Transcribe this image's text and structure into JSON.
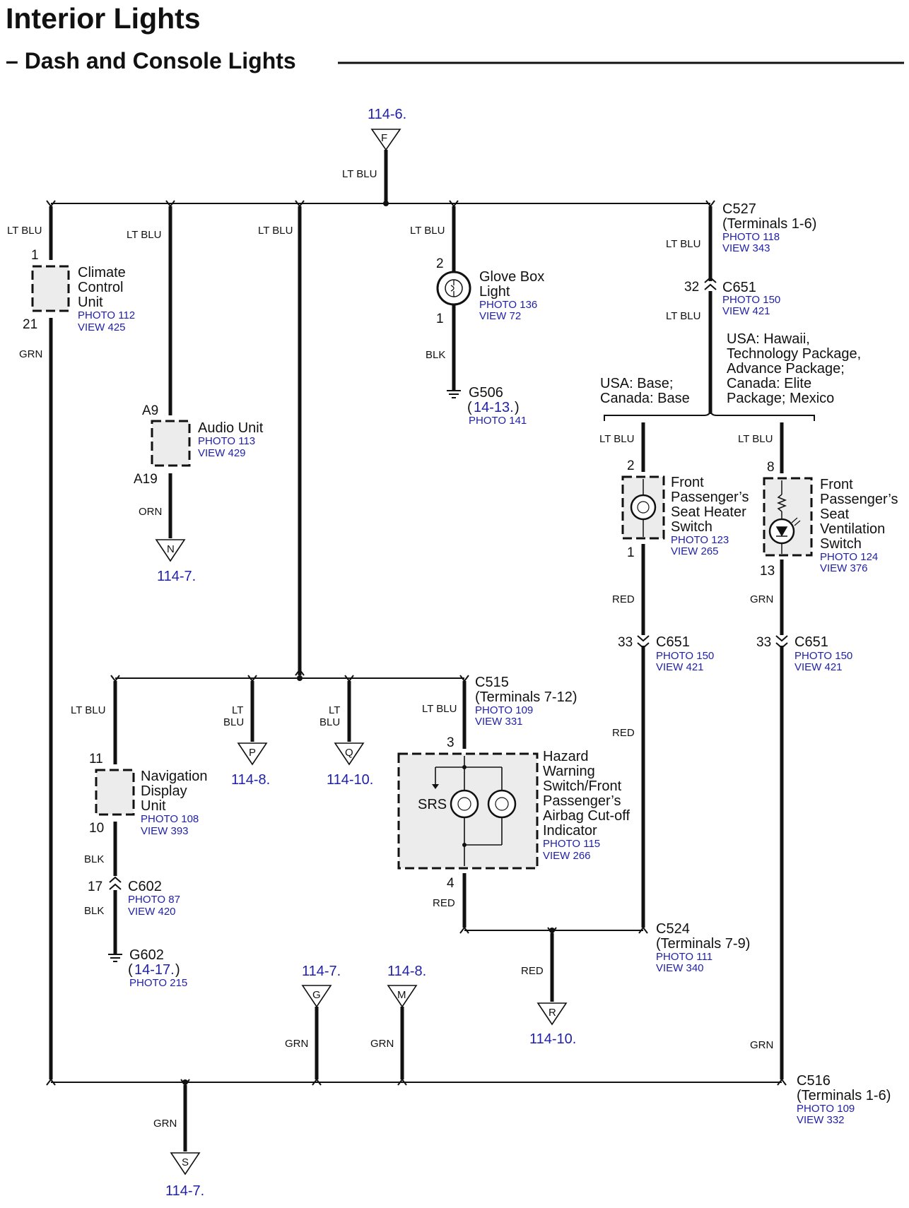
{
  "title": "Interior Lights",
  "subtitle": "– Dash and Console Lights",
  "colors": {
    "link": "#1f1fa8",
    "line": "#111111",
    "component_fill": "#ececec"
  },
  "refs": {
    "top_f": "114-6.",
    "n": "114-7.",
    "p": "114-8.",
    "q": "114-10.",
    "g": "114-7.",
    "m": "114-8.",
    "r": "114-10.",
    "s": "114-7."
  },
  "connector_letters": {
    "f": "F",
    "n": "N",
    "p": "P",
    "q": "Q",
    "g": "G",
    "m": "M",
    "r": "R",
    "s": "S"
  },
  "wires": {
    "ltblu": "LT BLU",
    "lt": "LT",
    "blu": "BLU",
    "grn": "GRN",
    "blk": "BLK",
    "orn": "ORN",
    "red": "RED"
  },
  "components": {
    "climate": {
      "l1": "Climate",
      "l2": "Control",
      "l3": "Unit",
      "photo": "PHOTO 112",
      "view": "VIEW 425",
      "pin_top": "1",
      "pin_bot": "21"
    },
    "audio": {
      "l1": "Audio Unit",
      "photo": "PHOTO 113",
      "view": "VIEW 429",
      "pin_top": "A9",
      "pin_bot": "A19"
    },
    "glove": {
      "l1": "Glove Box",
      "l2": "Light",
      "photo": "PHOTO 136",
      "view": "VIEW 72",
      "pin_top": "2",
      "pin_bot": "1"
    },
    "g506": {
      "name": "G506",
      "ref": "14-13.",
      "photo": "PHOTO 141"
    },
    "c527": {
      "name": "C527",
      "sub": "(Terminals 1-6)",
      "photo": "PHOTO 118",
      "view": "VIEW 343"
    },
    "c651a": {
      "pin": "32",
      "name": "C651",
      "photo": "PHOTO 150",
      "view": "VIEW 421"
    },
    "variant_base": {
      "l1": "USA: Base;",
      "l2": "Canada: Base"
    },
    "variant_hawaii": {
      "l1": "USA: Hawaii,",
      "l2": "Technology Package,",
      "l3": "Advance Package;",
      "l4": "Canada: Elite",
      "l5": "Package; Mexico"
    },
    "heater": {
      "l1": "Front",
      "l2": "Passenger’s",
      "l3": "Seat Heater",
      "l4": "Switch",
      "photo": "PHOTO 123",
      "view": "VIEW 265",
      "pin_top": "2",
      "pin_bot": "1"
    },
    "vent": {
      "l1": "Front",
      "l2": "Passenger’s",
      "l3": "Seat",
      "l4": "Ventilation",
      "l5": "Switch",
      "photo": "PHOTO 124",
      "view": "VIEW 376",
      "pin_top": "8",
      "pin_bot": "13"
    },
    "c651b": {
      "pin": "33",
      "name": "C651",
      "photo": "PHOTO 150",
      "view": "VIEW 421"
    },
    "c651c": {
      "pin": "33",
      "name": "C651",
      "photo": "PHOTO 150",
      "view": "VIEW 421"
    },
    "c515": {
      "name": "C515",
      "sub": "(Terminals 7-12)",
      "photo": "PHOTO 109",
      "view": "VIEW 331"
    },
    "nav": {
      "l1": "Navigation",
      "l2": "Display",
      "l3": "Unit",
      "photo": "PHOTO 108",
      "view": "VIEW 393",
      "pin_top": "11",
      "pin_bot": "10"
    },
    "c602": {
      "pin": "17",
      "name": "C602",
      "photo": "PHOTO 87",
      "view": "VIEW 420"
    },
    "g602": {
      "name": "G602",
      "ref": "14-17.",
      "photo": "PHOTO 215"
    },
    "hazard": {
      "l1": "Hazard",
      "l2": "Warning",
      "l3": "Switch/Front",
      "l4": "Passenger’s",
      "l5": "Airbag Cut-off",
      "l6": "Indicator",
      "photo": "PHOTO 115",
      "view": "VIEW 266",
      "pin_top": "3",
      "pin_bot": "4",
      "srs": "SRS"
    },
    "c524": {
      "name": "C524",
      "sub": "(Terminals 7-9)",
      "photo": "PHOTO 111",
      "view": "VIEW 340"
    },
    "c516": {
      "name": "C516",
      "sub": "(Terminals 1-6)",
      "photo": "PHOTO 109",
      "view": "VIEW 332"
    }
  }
}
